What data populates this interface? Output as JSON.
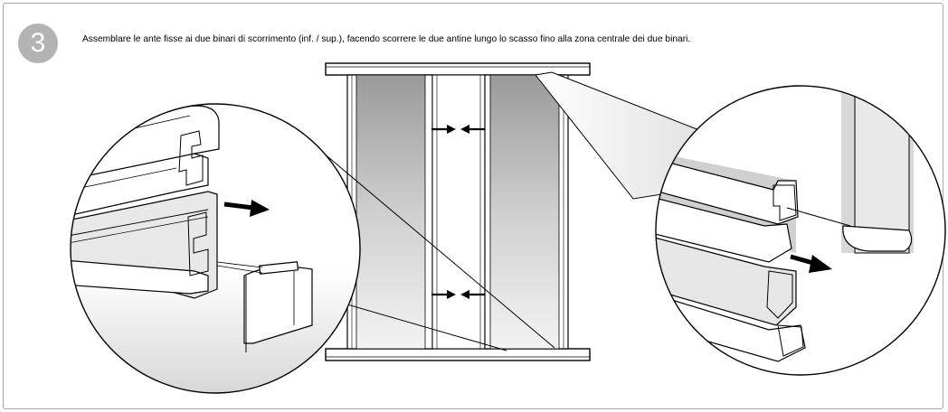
{
  "step": {
    "number": "3",
    "instruction": "Assemblare le ante fisse ai due binari di scorrimento (inf. / sup.), facendo scorrere le due antine lungo lo scasso fino alla zona centrale dei due binari."
  },
  "figure": {
    "central_view": "front-elevation-two-fixed-panels-between-rails",
    "left_detail": "lower-rail-profile-detail",
    "right_detail": "upper-rail-profile-detail",
    "motion": "panels-slide-toward-center"
  }
}
